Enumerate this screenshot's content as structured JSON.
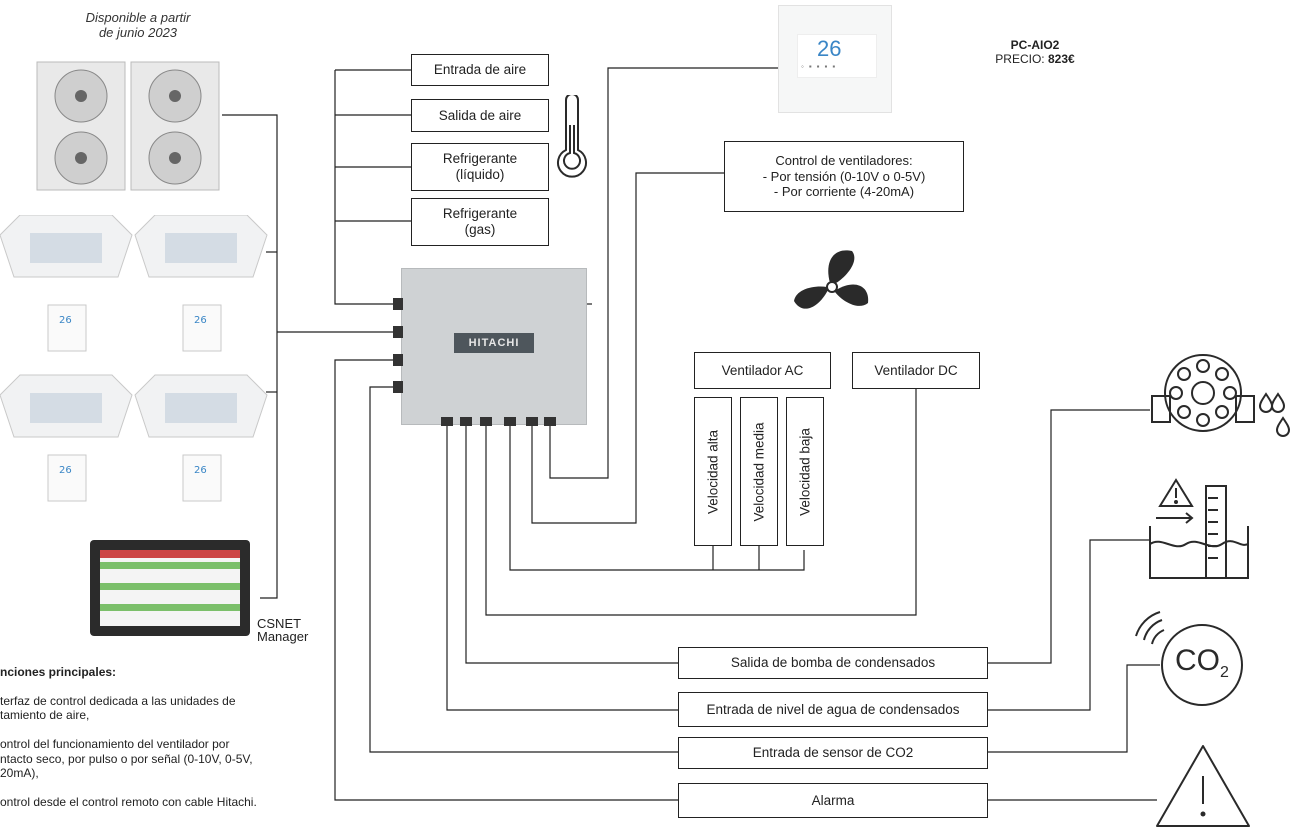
{
  "availability_note": "Disponible a partir\nde junio 2023",
  "product": {
    "model": "PC-AIO2",
    "price_label": "PRECIO:",
    "price_value": "823€"
  },
  "controller": {
    "brand": "HITACHI"
  },
  "remote_display": {
    "value": "26"
  },
  "csnet_label": "CSNET\nManager",
  "sensor_inputs": [
    "Entrada de aire",
    "Salida de aire",
    "Refrigerante\n(líquido)",
    "Refrigerante\n(gas)"
  ],
  "fan_control": "Control de ventiladores:\n- Por tensión (0-10V o 0-5V)\n- Por corriente (4-20mA)",
  "fans": {
    "ac": "Ventilador AC",
    "dc": "Ventilador DC"
  },
  "speeds": [
    "Velocidad alta",
    "Velocidad media",
    "Velocidad baja"
  ],
  "outputs": [
    "Salida de bomba de condensados",
    "Entrada de nivel de agua de condensados",
    "Entrada de sensor de CO2",
    "Alarma"
  ],
  "co2_icon_text": "CO",
  "features": {
    "title": "nciones principales:",
    "items": [
      "terfaz de control dedicada a las unidades de\ntamiento de aire,",
      "ontrol del funcionamiento del ventilador por\nntacto seco, por pulso o por señal (0-10V, 0-5V,\n20mA),",
      "ontrol desde el control remoto con cable Hitachi."
    ]
  },
  "colors": {
    "line": "#222222",
    "icon": "#2a2a2a",
    "controller_box": "#cfd2d4"
  }
}
